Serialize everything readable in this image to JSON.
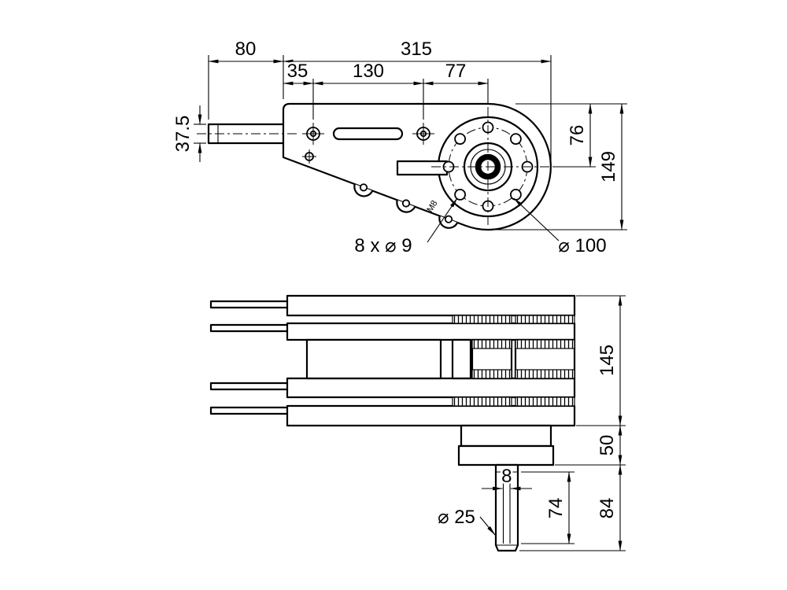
{
  "page": {
    "background": "#ffffff",
    "line_color": "#000000"
  },
  "drawing": {
    "top_view": {
      "dim_80": "80",
      "dim_315": "315",
      "dim_35": "35",
      "dim_130": "130",
      "dim_77": "77",
      "dim_37_5": "37.5",
      "dim_76": "76",
      "dim_149": "149",
      "label_bolt_holes": "8 x ⌀ 9",
      "label_bolt_circle": "⌀ 100",
      "label_lug_thread": "M8"
    },
    "side_view": {
      "dim_145": "145",
      "dim_50": "50",
      "dim_84": "84",
      "dim_74": "74",
      "dim_8": "8",
      "label_shaft_diameter": "⌀ 25"
    }
  }
}
